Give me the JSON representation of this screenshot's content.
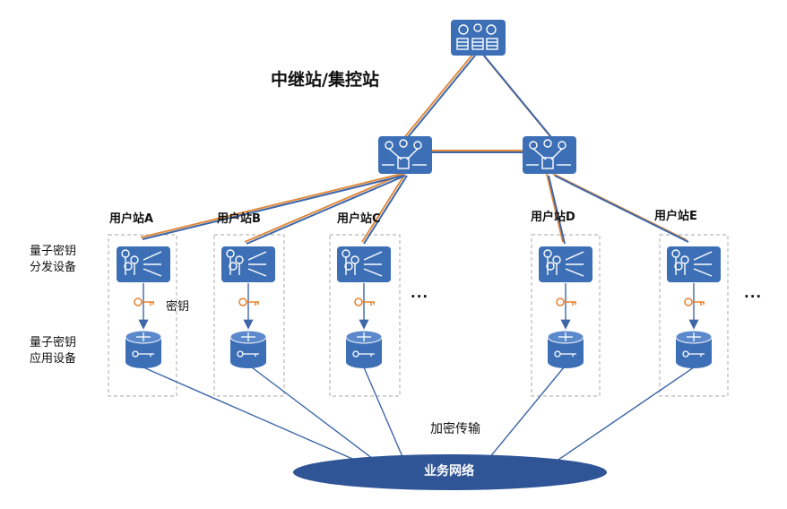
{
  "title": "中继站/集控站",
  "stations": [
    {
      "label": "用户站A"
    },
    {
      "label": "用户站B"
    },
    {
      "label": "用户站C"
    },
    {
      "label": "用户站D"
    },
    {
      "label": "用户站E"
    }
  ],
  "legend": {
    "distribution_device": "量子密钥\n分发设备",
    "application_device": "量子密钥\n应用设备",
    "key_label": "密钥"
  },
  "ellipsis": "...",
  "transport_label": "加密传输",
  "network_label": "业务网络",
  "colors": {
    "device_blue": "#3d6fb6",
    "link_orange": "#e08a3c",
    "link_blue": "#3e66a8",
    "key_orange": "#e8802c",
    "box_border": "#b8b8b8",
    "network_fill": "#2f5597"
  }
}
